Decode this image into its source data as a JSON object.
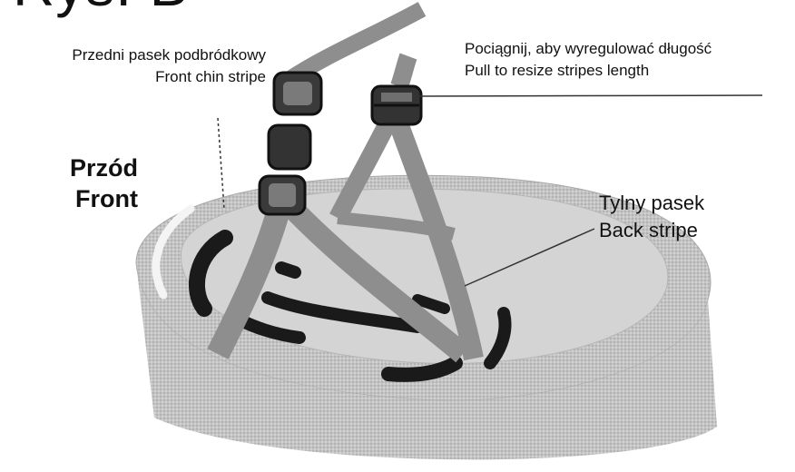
{
  "figure": {
    "title": "Rys. B"
  },
  "labels": {
    "front_chin_stripe_pl": "Przedni pasek podbródkowy",
    "front_chin_stripe_en": "Front chin stripe",
    "pull_resize_pl": "Pociągnij, aby wyregulować długość",
    "pull_resize_en": "Pull to resize stripes length",
    "front_pl": "Przód",
    "front_en": "Front",
    "back_stripe_pl": "Tylny pasek",
    "back_stripe_en": "Back stripe"
  },
  "colors": {
    "shell": "#c7c7c7",
    "shell_light": "#dcdcdc",
    "rim": "#f2f2f2",
    "strap": "#8d8d8d",
    "buckle": "#2a2a2a",
    "slot": "#1a1a1a",
    "leader": "#333333"
  }
}
